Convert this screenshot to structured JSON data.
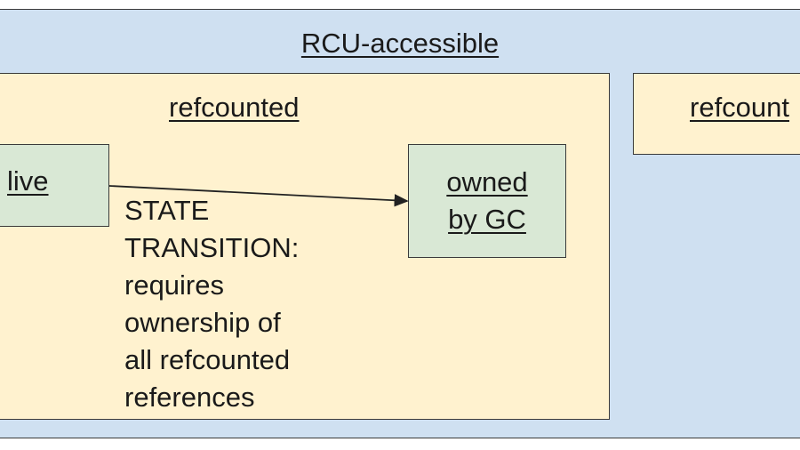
{
  "diagram": {
    "outer_container": {
      "label": "RCU-accessible"
    },
    "refcounted_container": {
      "label": "refcounted"
    },
    "refcounted_container_partial": {
      "label": "refcount"
    },
    "states": {
      "live": {
        "label": "live"
      },
      "owned_by_gc": {
        "label_line_1": "owned",
        "label_line_2": "by GC"
      }
    },
    "transition": {
      "line_1": "STATE",
      "line_2": "TRANSITION:",
      "line_3": "requires",
      "line_4": "ownership of",
      "line_5": "all refcounted",
      "line_6": "references"
    },
    "colors": {
      "outer_fill": "#cfe0f1",
      "refcounted_fill": "#fff2cf",
      "state_fill": "#d9e8d5",
      "border": "#3a3a3a",
      "text": "#1a1a1a",
      "arrow": "#222222"
    }
  }
}
